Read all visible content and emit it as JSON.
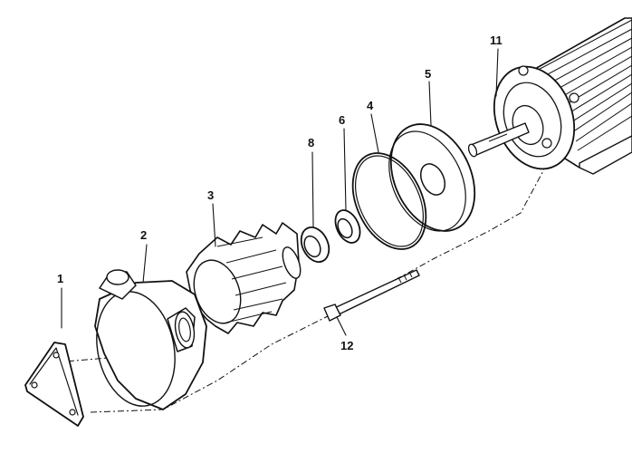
{
  "diagram": {
    "style": {
      "ink": "#111111",
      "paper": "#ffffff"
    },
    "callouts": [
      {
        "id": "1",
        "label": "1"
      },
      {
        "id": "2",
        "label": "2"
      },
      {
        "id": "3",
        "label": "3"
      },
      {
        "id": "4",
        "label": "4"
      },
      {
        "id": "5",
        "label": "5"
      },
      {
        "id": "6",
        "label": "6"
      },
      {
        "id": "8",
        "label": "8"
      },
      {
        "id": "11",
        "label": "11"
      },
      {
        "id": "12",
        "label": "12"
      }
    ]
  }
}
